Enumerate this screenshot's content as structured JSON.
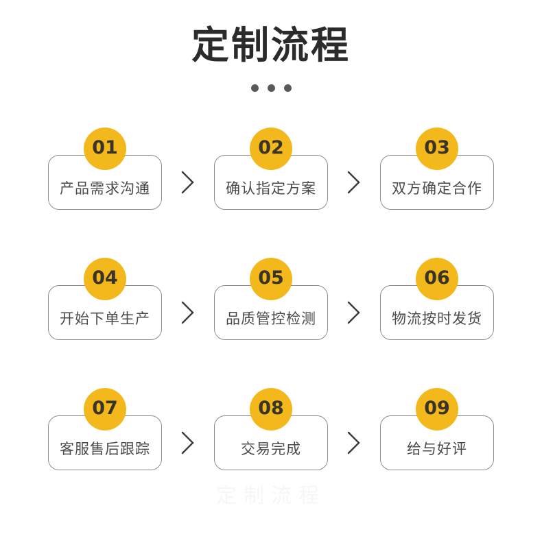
{
  "header": {
    "title": "定制流程",
    "dots_count": 3,
    "dot_color": "#595959",
    "title_color": "#2b2b2b"
  },
  "theme": {
    "badge_color": "#F3B81C",
    "badge_text_color": "#3a3428",
    "card_border_color": "#8d8d8d",
    "card_text_color": "#4a4a4a",
    "chevron_color": "#3a3a3a",
    "background": "#ffffff"
  },
  "separator": {
    "glyph": "chevron-right"
  },
  "steps": [
    {
      "number": "01",
      "label": "产品需求沟通"
    },
    {
      "number": "02",
      "label": "确认指定方案"
    },
    {
      "number": "03",
      "label": "双方确定合作"
    },
    {
      "number": "04",
      "label": "开始下单生产"
    },
    {
      "number": "05",
      "label": "品质管控检测"
    },
    {
      "number": "06",
      "label": "物流按时发货"
    },
    {
      "number": "07",
      "label": "客服售后跟踪"
    },
    {
      "number": "08",
      "label": "交易完成"
    },
    {
      "number": "09",
      "label": "给与好评"
    }
  ],
  "watermark": {
    "text": "定制流程"
  }
}
